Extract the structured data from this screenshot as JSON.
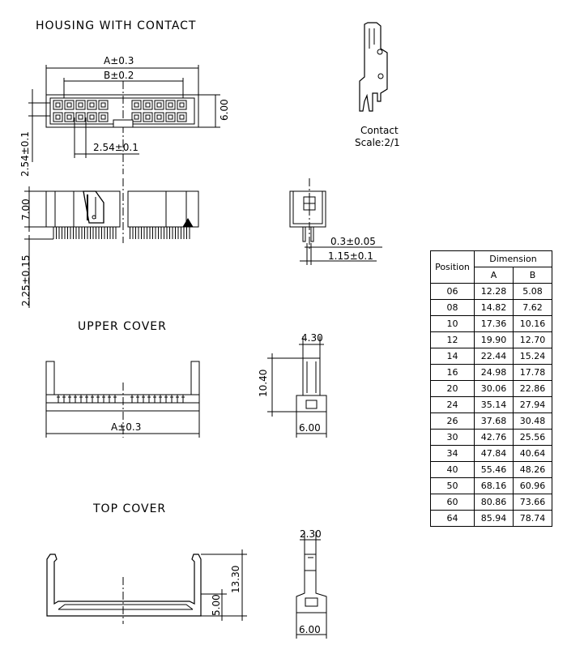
{
  "sections": {
    "housing": "HOUSING WITH CONTACT",
    "upper": "UPPER COVER",
    "top": "TOP COVER"
  },
  "dims": {
    "housing_a": "A±0.3",
    "housing_b": "B±0.2",
    "housing_height": "6.00",
    "row_pitch": "2.54±0.1",
    "col_pitch": "2.54±0.1",
    "side_height": "7.00",
    "pin_length": "2.25±0.15",
    "pin_width": "0.3±0.05",
    "pin_offset": "1.15±0.1",
    "upper_a": "A±0.3",
    "upper_width": "4.30",
    "upper_height": "10.40",
    "upper_base": "6.00",
    "top_width": "2.30",
    "top_height": "13.30",
    "top_base_height": "5.00",
    "top_base": "6.00"
  },
  "contact": {
    "label": "Contact",
    "scale": "Scale:2/1"
  },
  "table": {
    "position_header": "Position",
    "dimension_header": "Dimension",
    "col_a": "A",
    "col_b": "B",
    "rows": [
      {
        "pos": "06",
        "a": "12.28",
        "b": "5.08"
      },
      {
        "pos": "08",
        "a": "14.82",
        "b": "7.62"
      },
      {
        "pos": "10",
        "a": "17.36",
        "b": "10.16"
      },
      {
        "pos": "12",
        "a": "19.90",
        "b": "12.70"
      },
      {
        "pos": "14",
        "a": "22.44",
        "b": "15.24"
      },
      {
        "pos": "16",
        "a": "24.98",
        "b": "17.78"
      },
      {
        "pos": "20",
        "a": "30.06",
        "b": "22.86"
      },
      {
        "pos": "24",
        "a": "35.14",
        "b": "27.94"
      },
      {
        "pos": "26",
        "a": "37.68",
        "b": "30.48"
      },
      {
        "pos": "30",
        "a": "42.76",
        "b": "25.56"
      },
      {
        "pos": "34",
        "a": "47.84",
        "b": "40.64"
      },
      {
        "pos": "40",
        "a": "55.46",
        "b": "48.26"
      },
      {
        "pos": "50",
        "a": "68.16",
        "b": "60.96"
      },
      {
        "pos": "60",
        "a": "80.86",
        "b": "73.66"
      },
      {
        "pos": "64",
        "a": "85.94",
        "b": "78.74"
      }
    ]
  }
}
